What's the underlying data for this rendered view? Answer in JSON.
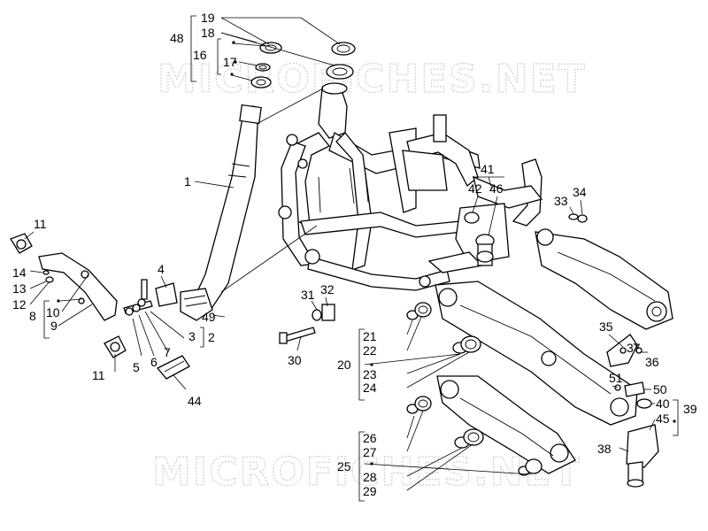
{
  "watermark": {
    "top": "MICROFICHES.NET",
    "bottom": "MICROFICHES.NET"
  },
  "callouts": {
    "n1": "1",
    "n2": "2",
    "n3": "3",
    "n4": "4",
    "n5": "5",
    "n6": "6",
    "n7": "7",
    "n8": "8",
    "n9": "9",
    "n10": "10",
    "n11a": "11",
    "n11b": "11",
    "n12": "12",
    "n13": "13",
    "n14": "14",
    "n16": "16",
    "n17": "17",
    "n18": "18",
    "n19": "19",
    "n20": "20",
    "n21": "21",
    "n22": "22",
    "n23": "23",
    "n24": "24",
    "n25": "25",
    "n26": "26",
    "n27": "27",
    "n28": "28",
    "n29": "29",
    "n30": "30",
    "n31": "31",
    "n32": "32",
    "n33": "33",
    "n34": "34",
    "n35": "35",
    "n36": "36",
    "n37": "37",
    "n38": "38",
    "n39": "39",
    "n40": "40",
    "n41": "41",
    "n42": "42",
    "n44": "44",
    "n45": "45",
    "n46": "46",
    "n48": "48",
    "n49": "49",
    "n50": "50",
    "n51": "51"
  }
}
